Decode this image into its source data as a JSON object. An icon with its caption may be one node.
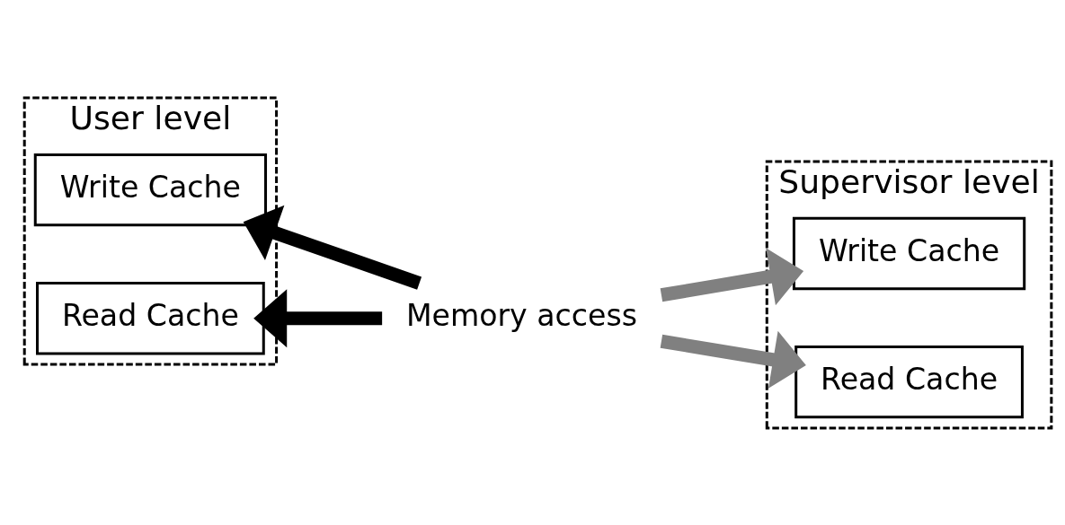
{
  "diagram": {
    "nodes": [
      {
        "text": [
          "Memory access"
        ]
      },
      {
        "text": [
          "User level"
        ]
      },
      {
        "text": [
          "Write Cache"
        ],
        "in": 1
      },
      {
        "text": [
          "Read Cache"
        ],
        "in": 1
      },
      {
        "text": [
          "Supervisor level"
        ]
      },
      {
        "text": [
          "Write Cache"
        ],
        "in": 4
      },
      {
        "text": [
          "Read Cache"
        ],
        "in": 4
      }
    ],
    "edges": [
      {
        "from": 0,
        "to": 2,
        "arrow": "to"
      },
      {
        "from": 0,
        "to": 3,
        "arrow": "to"
      },
      {
        "from": 0,
        "to": 5,
        "arrow": "to",
        "color": "#808080"
      },
      {
        "from": 0,
        "to": 6,
        "arrow": "to",
        "color": "#808080"
      }
    ]
  }
}
